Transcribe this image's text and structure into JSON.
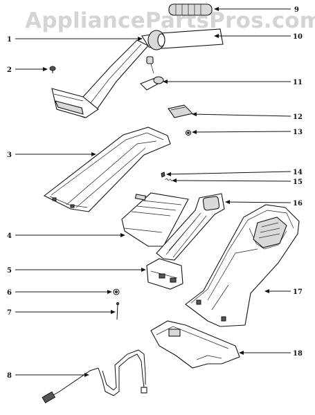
{
  "watermark": "AppliancePartsPros.com",
  "labels": [
    "1",
    "2",
    "3",
    "4",
    "5",
    "6",
    "7",
    "8",
    "9",
    "10",
    "11",
    "12",
    "13",
    "14",
    "15",
    "16",
    "17",
    "18"
  ]
}
